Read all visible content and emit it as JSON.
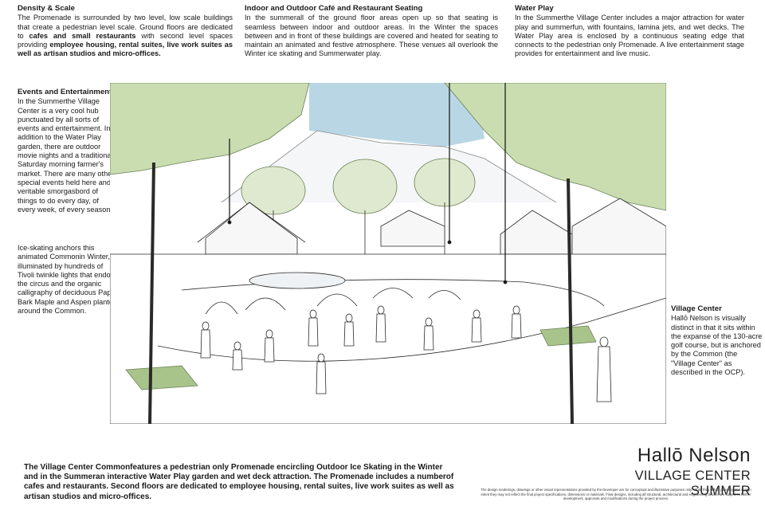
{
  "density": {
    "title": "Density & Scale",
    "text_a": "The Promenade is surrounded by two level, low scale buildings that create a pedestrian level scale. Ground floors are dedicated to ",
    "bold_a": "cafes and small restaurants",
    "text_b": " with second level spaces providing ",
    "bold_b": "employee housing, rental suites, live work suites as well as artisan studios and micro-offices."
  },
  "indoor": {
    "title": "Indoor and Outdoor Café and Restaurant Seating",
    "text": "In the summerall of the ground floor areas open up so that seating is seamless between indoor and outdoor areas. In the Winter the spaces between and in front of these buildings are covered and heated for seating to maintain an animated and festive atmosphere. These venues all overlook the Winter ice skating and Summerwater play."
  },
  "water_play": {
    "title": "Water Play",
    "text": "In the Summerthe Village Center includes a major attraction for water play and summerfun, with fountains, lamina jets, and wet decks. The Water Play area is enclosed by a continuous seating edge that connects to the pedestrian only Promenade. A live entertainment stage provides for entertainment and live music."
  },
  "events": {
    "title": "Events and Entertainment",
    "text": "In the Summerthe Village Center is a very cool hub punctuated by all sorts of events and entertainment. In addition to the Water Play garden, there are outdoor movie nights and a traditional Saturday morning farmer's market. There are many other special events held here and a veritable smorgasbord of things to do every day, of every week, of every season."
  },
  "ice_skating": {
    "text": "Ice-skating anchors this animated Commonin Winter, illuminated by hundreds of Tivoli twinkle lights that endow the circus and the organic calligraphy of deciduous Paper Bark Maple and Aspen planted around the Common."
  },
  "village_center": {
    "title": "Village Center",
    "text": "Hallō Nelson is visually distinct in that it sits within the expanse of the 130-acre golf course, but is anchored by the Common (the \"Village Center\" as described in the OCP)."
  },
  "bottom_caption": "The Village Center Commonfeatures a pedestrian only Promenade encircling Outdoor Ice Skating in the Winter and in the Summeran interactive Water Play garden and wet deck attraction. The Promenade includes a numberof cafes and restaurants. Second floors are dedicated to employee housing, rental suites, live work suites as well as artisan studios and micro-offices.",
  "brand": {
    "name": "Hallō Nelson",
    "subtitle": "VILLAGE CENTER SUMMER"
  },
  "disclaimer": "The design renderings, drawings or other visual representations provided by the Developer are for conceptual and illustrative purposes only. While they reflect planning and design intent they may not reflect the final project specifications, dimensions or materials. Final designs, including all structural, architectural and engineering details, are subject to further development, approvals and modifications during the project process.",
  "colors": {
    "sky": "#b9d6e4",
    "foliage": "#c9ddb0",
    "ink": "#2a2a2a",
    "grass": "#a9c48a"
  }
}
